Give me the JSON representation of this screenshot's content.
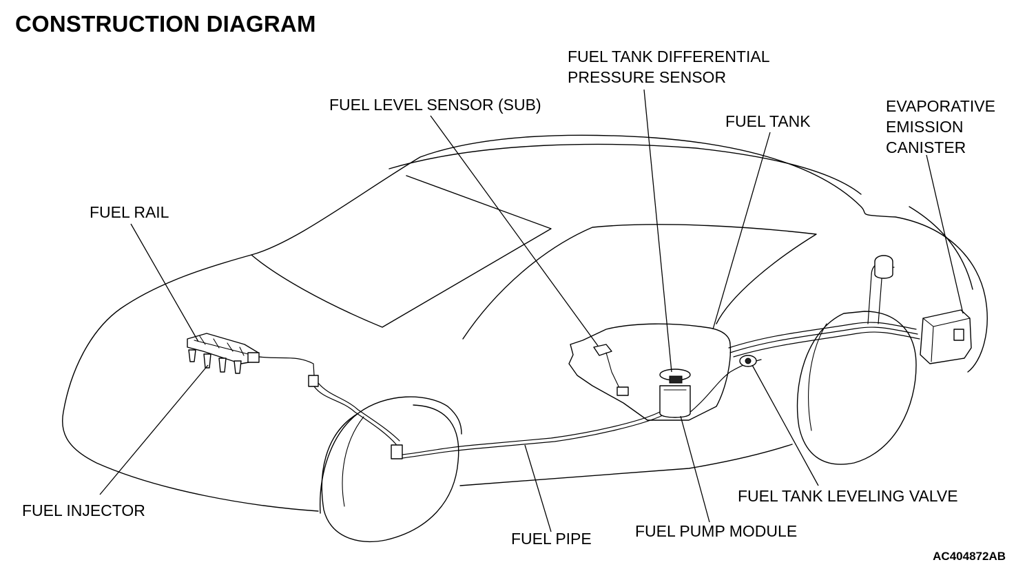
{
  "title": "CONSTRUCTION DIAGRAM",
  "figure_code": "AC404872AB",
  "labels": {
    "fuel_tank_diff_sensor_line1": "FUEL TANK DIFFERENTIAL",
    "fuel_tank_diff_sensor_line2": "PRESSURE SENSOR",
    "fuel_level_sensor_sub": "FUEL LEVEL SENSOR (SUB)",
    "fuel_tank": "FUEL TANK",
    "evap_canister_line1": "EVAPORATIVE",
    "evap_canister_line2": "EMISSION",
    "evap_canister_line3": "CANISTER",
    "fuel_rail": "FUEL RAIL",
    "fuel_injector": "FUEL INJECTOR",
    "fuel_pipe": "FUEL PIPE",
    "fuel_pump_module": "FUEL PUMP MODULE",
    "fuel_tank_leveling_valve": "FUEL TANK LEVELING VALVE"
  }
}
